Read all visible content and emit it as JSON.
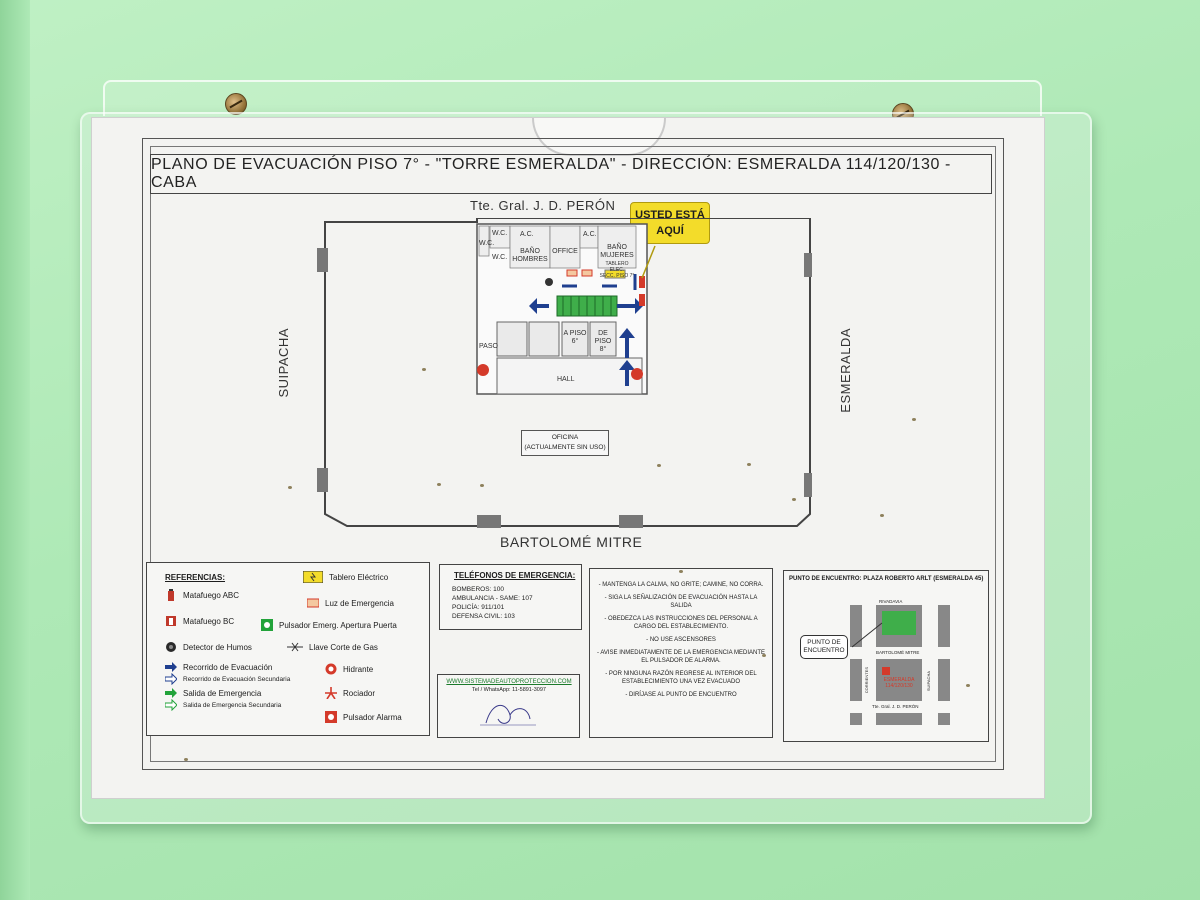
{
  "sign": {
    "title": "PLANO DE EVACUACIÓN PISO 7° - \"TORRE ESMERALDA\" - DIRECCIÓN: ESMERALDA 114/120/130 - CABA",
    "you_are_here": [
      "USTED ESTÁ",
      "AQUÍ"
    ],
    "streets": {
      "top": "Tte. Gral. J. D. PERÓN",
      "left": "SUIPACHA",
      "right": "ESMERALDA",
      "bottom": "BARTOLOMÉ MITRE"
    },
    "rooms": {
      "wc": "W.C.",
      "ac": "A.C.",
      "bano_hombres": [
        "BAÑO",
        "HOMBRES"
      ],
      "office": "OFFICE",
      "bano_mujeres": [
        "BAÑO",
        "MUJERES"
      ],
      "tablero": [
        "TABLERO ELEC.",
        "SECC. PISO 7°"
      ],
      "a_piso": [
        "A PISO",
        "6°"
      ],
      "de_piso": [
        "DE PISO",
        "8°"
      ],
      "paso": "PASO",
      "hall": "HALL",
      "oficina": [
        "OFICINA",
        "(ACTUALMENTE SIN USO)"
      ]
    }
  },
  "references": {
    "title": "REFERENCIAS:",
    "items": [
      {
        "label": "Matafuego ABC",
        "icon": "fire-extinguisher-abc-icon"
      },
      {
        "label": "Matafuego BC",
        "icon": "fire-extinguisher-bc-icon"
      },
      {
        "label": "Detector de Humos",
        "icon": "smoke-detector-icon"
      },
      {
        "label": "Recorrido de Evacuación",
        "icon": "blue-arrow-icon"
      },
      {
        "label": "Recorrido de Evacuación Secundaria",
        "icon": "outline-arrow-icon"
      },
      {
        "label": "Salida de Emergencia",
        "icon": "green-arrow-icon"
      },
      {
        "label": "Salida de Emergencia Secundaria",
        "icon": "outline-green-arrow-icon"
      },
      {
        "label": "Tablero Eléctrico",
        "icon": "electrical-panel-icon"
      },
      {
        "label": "Luz de Emergencia",
        "icon": "emergency-light-icon"
      },
      {
        "label": "Pulsador Emerg. Apertura Puerta",
        "icon": "door-button-icon"
      },
      {
        "label": "Llave Corte de Gas",
        "icon": "gas-valve-icon"
      },
      {
        "label": "Hidrante",
        "icon": "hydrant-icon"
      },
      {
        "label": "Rociador",
        "icon": "sprinkler-icon"
      },
      {
        "label": "Pulsador Alarma",
        "icon": "alarm-button-icon"
      }
    ]
  },
  "phones": {
    "title": "TELÉFONOS DE EMERGENCIA:",
    "lines": [
      "BOMBEROS: 100",
      "AMBULANCIA - SAME: 107",
      "POLICÍA: 911/101",
      "DEFENSA CIVIL: 103"
    ]
  },
  "website": {
    "url": "WWW.SISTEMADEAUTOPROTECCION.COM",
    "phone": "Tel / WhatsApp: 11-5891-3097"
  },
  "instructions": [
    "- MANTENGA LA CALMA, NO GRITE; CAMINE, NO CORRA.",
    "- SIGA LA SEÑALIZACIÓN DE EVACUACIÓN HASTA LA SALIDA",
    "- OBEDEZCA LAS INSTRUCCIONES DEL PERSONAL A CARGO DEL ESTABLECIMIENTO.",
    "- NO USE ASCENSORES",
    "- AVISE INMEDIATAMENTE DE LA EMERGENCIA MEDIANTE EL PULSADOR DE ALARMA.",
    "- POR NINGUNA RAZÓN REGRESE AL INTERIOR DEL ESTABLECIMIENTO UNA VEZ EVACUADO",
    "- DIRÍJASE AL PUNTO DE ENCUENTRO"
  ],
  "meeting_point": {
    "title": "PUNTO DE ENCUENTRO: PLAZA ROBERTO ARLT (ESMERALDA 45)",
    "bubble": [
      "PUNTO DE",
      "ENCUENTRO"
    ],
    "street_top": "RIVADAVIA",
    "street_mid": "BARTOLOMÉ MITRE",
    "street_bottom": "Tte. Gral. J. D. PERÓN",
    "street_left": "CORRIENTES",
    "street_right": "SUIPACHA",
    "building": [
      "ESMERALDA",
      "114/120/130"
    ]
  },
  "colors": {
    "wall": "#aee9b6",
    "sign_yellow": "#f3dc2a",
    "route_blue": "#1f3f8f",
    "exit_green": "#22a33a",
    "alert_red": "#d43a2a"
  }
}
